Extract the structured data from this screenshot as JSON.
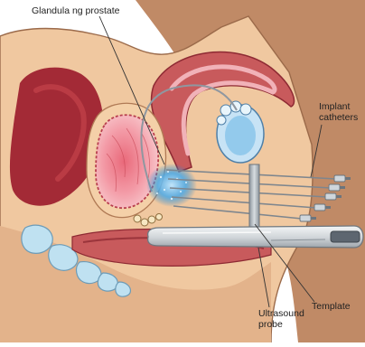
{
  "labels": {
    "prostate": "Glandula ng prostate",
    "implant_line1": "Implant",
    "implant_line2": "catheters",
    "template": "Template",
    "ultrasound_line1": "Ultrasound",
    "ultrasound_line2": "probe"
  },
  "colors": {
    "skin": "#f0c8a0",
    "skin_outline": "#9b6a4a",
    "back_tissue": "#c08a66",
    "muscle": "#c85a5c",
    "muscle_dark": "#8e2a33",
    "pink": "#f1b2b8",
    "bone": "#bfe1f1",
    "seed_cloud": "#3fa6e5",
    "steel": "#a9b2bb",
    "probe": "#d9dde1",
    "leader_line": "#333333"
  }
}
